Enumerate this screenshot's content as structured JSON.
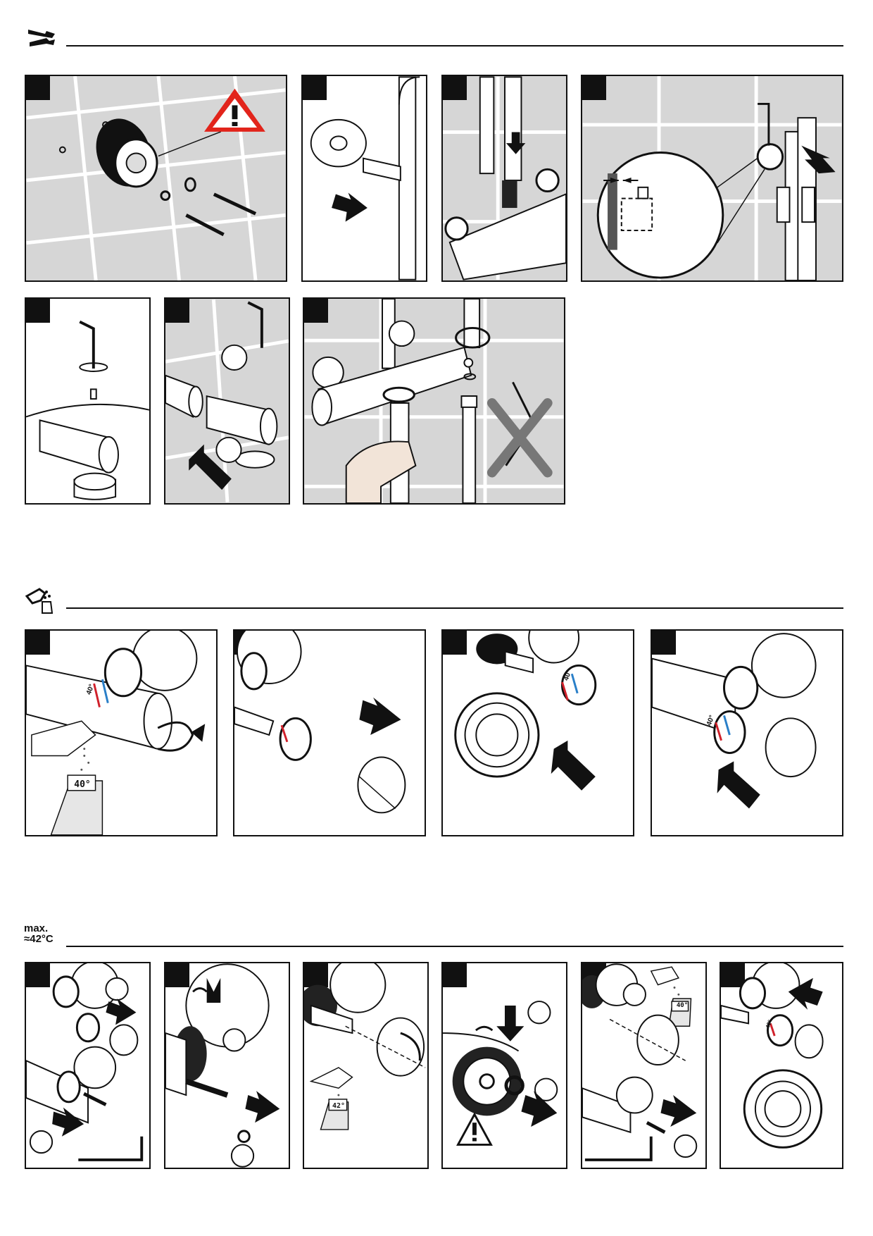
{
  "sections": {
    "assembly": {
      "icon": "wrench-icon"
    },
    "calibration": {
      "icon": "hand-spray-icon"
    },
    "max_temp": {
      "icon": "thermometer-limit-icon",
      "label_line1": "max.",
      "label_line2": "≈42°C"
    }
  },
  "displays": {
    "calibration_temp": "40°",
    "dial_temp": "40°",
    "max_temp_reading": "42°",
    "max_temp_dial": "40°"
  },
  "colors": {
    "hot_mark": "#d0202a",
    "cold_mark": "#2a7fc8",
    "warning": "#e2241b",
    "tile": "#d6d6d6"
  }
}
